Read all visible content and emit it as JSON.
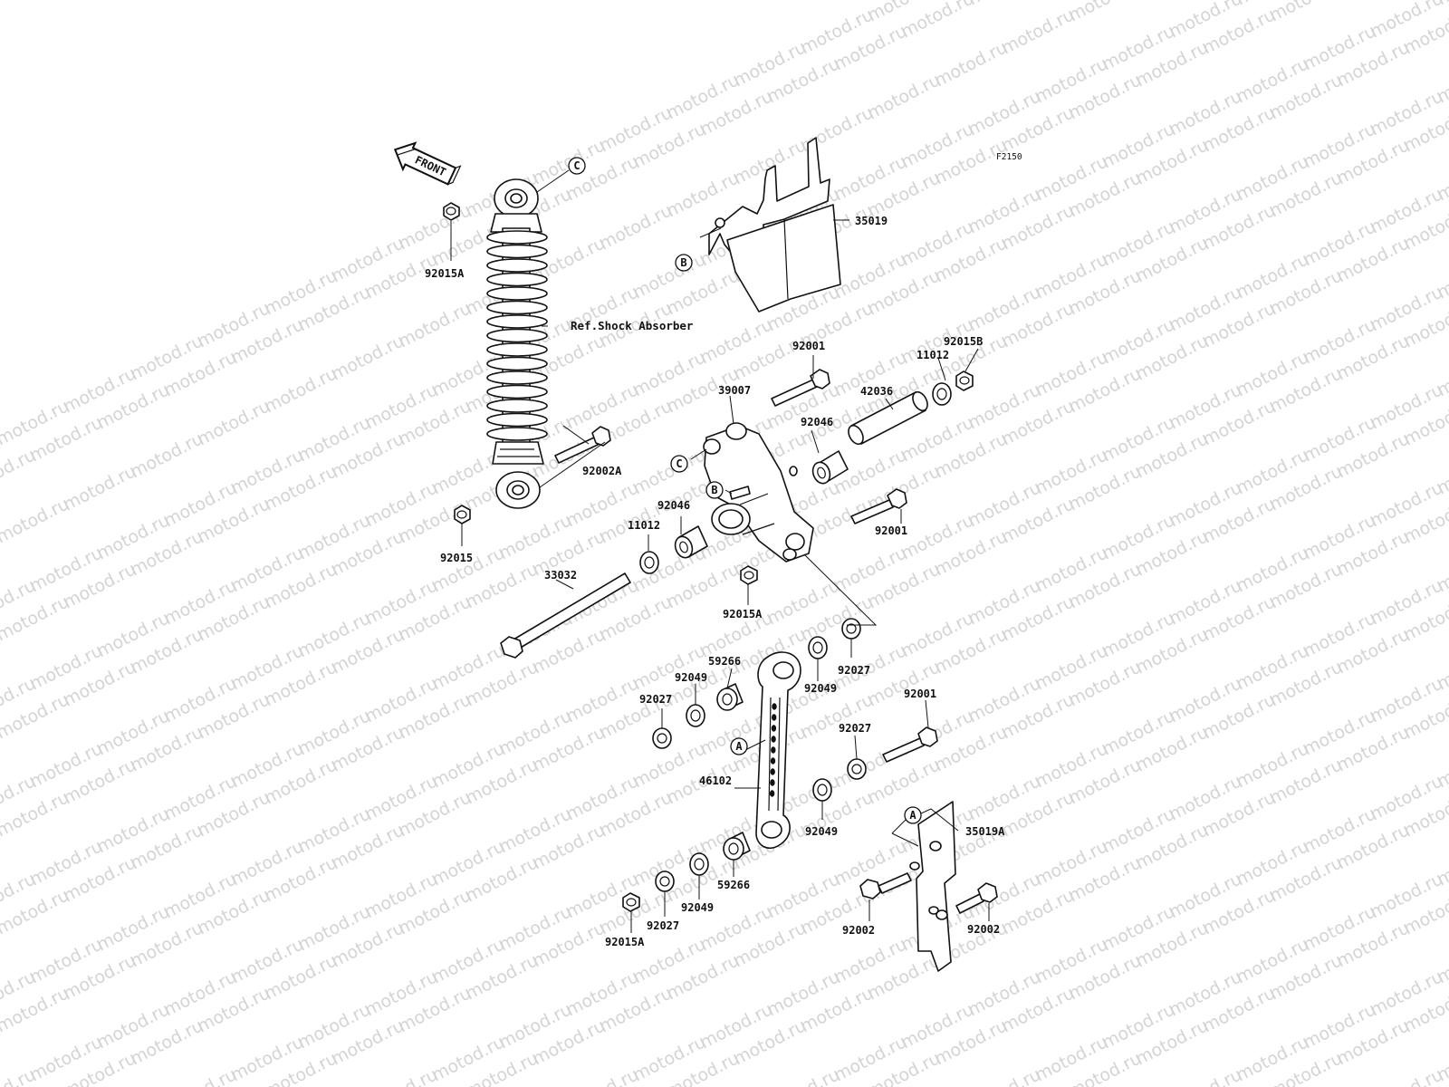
{
  "watermark": "motod.ru",
  "figure_code": "F2150",
  "front_label": "FRONT",
  "reference_label": "Ref.Shock Absorber",
  "markers": [
    "A",
    "B",
    "C"
  ],
  "parts": [
    "92015A",
    "35019",
    "92001",
    "11012",
    "92015B",
    "39007",
    "42036",
    "92046",
    "92002A",
    "92015",
    "11012",
    "92001",
    "33032",
    "92015A",
    "59266",
    "92049",
    "92027",
    "92049",
    "92027",
    "92001",
    "92027",
    "46102",
    "92049",
    "35019A",
    "59266",
    "92049",
    "92027",
    "92002",
    "92002",
    "92015A",
    "92046"
  ]
}
